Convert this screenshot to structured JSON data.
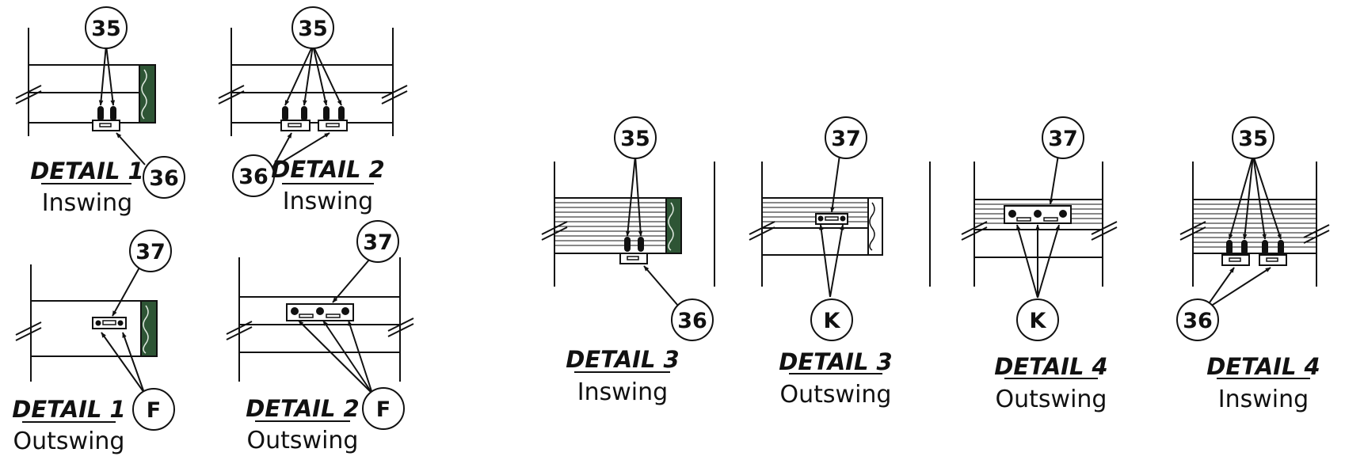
{
  "details": [
    {
      "id": "d1-in",
      "title": "DETAIL 1",
      "swing": "Inswing",
      "callouts": [
        {
          "label": "35"
        },
        {
          "label": "36"
        }
      ]
    },
    {
      "id": "d2-in",
      "title": "DETAIL 2",
      "swing": "Inswing",
      "callouts": [
        {
          "label": "35"
        },
        {
          "label": "36"
        }
      ]
    },
    {
      "id": "d1-out",
      "title": "DETAIL 1",
      "swing": "Outswing",
      "callouts": [
        {
          "label": "37"
        },
        {
          "label": "F"
        }
      ]
    },
    {
      "id": "d2-out",
      "title": "DETAIL 2",
      "swing": "Outswing",
      "callouts": [
        {
          "label": "37"
        },
        {
          "label": "F"
        }
      ]
    },
    {
      "id": "d3-in",
      "title": "DETAIL 3",
      "swing": "Inswing",
      "callouts": [
        {
          "label": "35"
        },
        {
          "label": "36"
        }
      ]
    },
    {
      "id": "d3-out",
      "title": "DETAIL 3",
      "swing": "Outswing",
      "callouts": [
        {
          "label": "37"
        },
        {
          "label": "K"
        }
      ]
    },
    {
      "id": "d4-out",
      "title": "DETAIL 4",
      "swing": "Outswing",
      "callouts": [
        {
          "label": "37"
        },
        {
          "label": "K"
        }
      ]
    },
    {
      "id": "d4-in",
      "title": "DETAIL 4",
      "swing": "Inswing",
      "callouts": [
        {
          "label": "35"
        },
        {
          "label": "36"
        }
      ]
    }
  ],
  "colors": {
    "ink": "#111111",
    "paper": "#ffffff",
    "wood": "#2e5535"
  }
}
